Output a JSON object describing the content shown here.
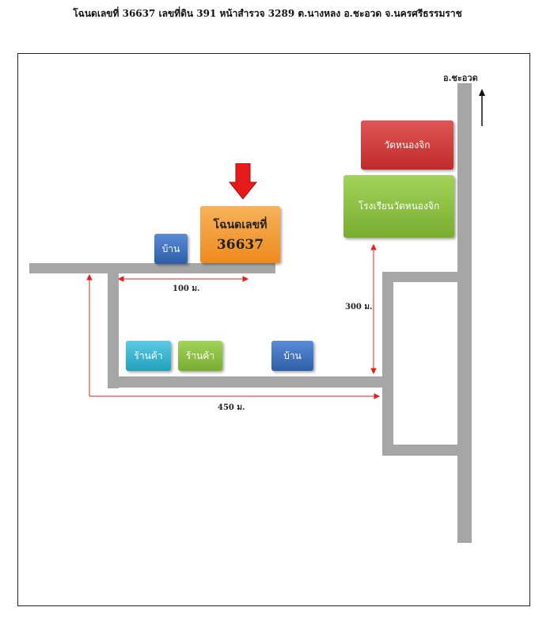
{
  "title": "โฉนดเลขที่  36637  เลขที่ดิน 391  หน้าสำรวจ 3289  ต.นางหลง  อ.ชะอวด  จ.นครศรีธรรมราช",
  "direction_label": "อ.ชะอวด",
  "plot": {
    "line1": "โฉนดเลขที่",
    "line2": "36637"
  },
  "places": {
    "house1": "บ้าน",
    "temple": "วัดหนองจิก",
    "school": "โรงเรียนวัดหนองจิก",
    "shop1": "ร้านค้า",
    "shop2": "ร้านค้า",
    "house2": "บ้าน"
  },
  "distances": {
    "d100": "100 ม.",
    "d300": "300 ม.",
    "d450": "450 ม."
  },
  "colors": {
    "road": "#a6a6a6",
    "arrow": "#e32020",
    "plot": "#f29a2e",
    "house": "#3f6fc0",
    "temple": "#d13b3b",
    "school": "#8cc043",
    "shop1": "#34b3cf",
    "shop2": "#8cc043"
  }
}
